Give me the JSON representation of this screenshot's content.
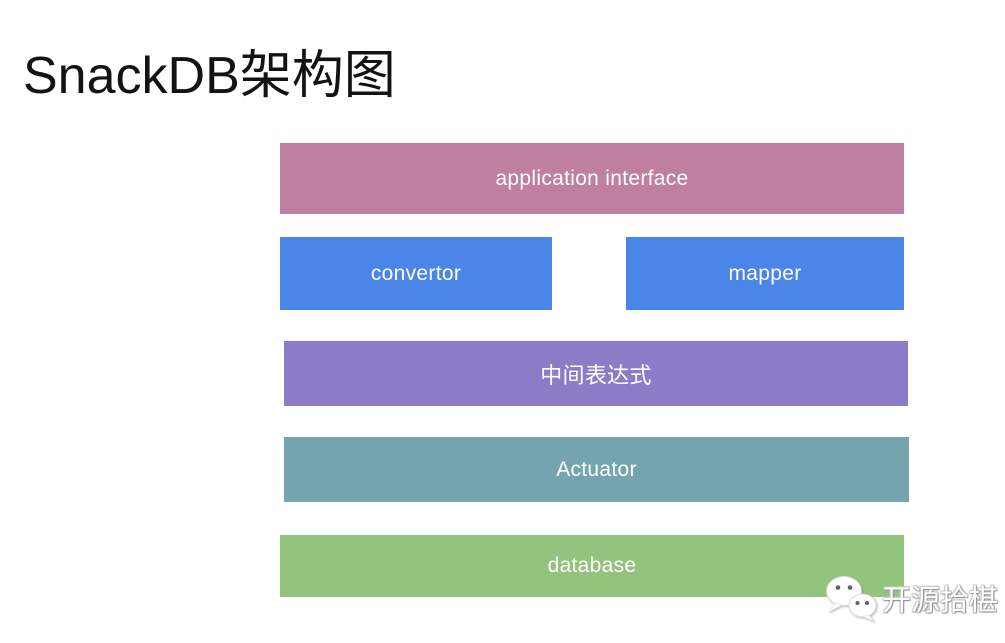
{
  "title": "SnackDB架构图",
  "diagram": {
    "layers": [
      {
        "id": "application-interface",
        "label": "application interface",
        "color": "#c07fa1",
        "row": 1
      },
      {
        "id": "convertor",
        "label": "convertor",
        "color": "#4a85e8",
        "row": 2
      },
      {
        "id": "mapper",
        "label": "mapper",
        "color": "#4a85e8",
        "row": 2
      },
      {
        "id": "intermediate-expression",
        "label": "中间表达式",
        "color": "#8c7bc6",
        "row": 3
      },
      {
        "id": "actuator",
        "label": "Actuator",
        "color": "#75a4ae",
        "row": 4
      },
      {
        "id": "database",
        "label": "database",
        "color": "#93c47d",
        "row": 5
      }
    ],
    "text_color": "#ffffff"
  },
  "watermark": {
    "icon": "wechat-icon",
    "label": "开源拾椹"
  }
}
